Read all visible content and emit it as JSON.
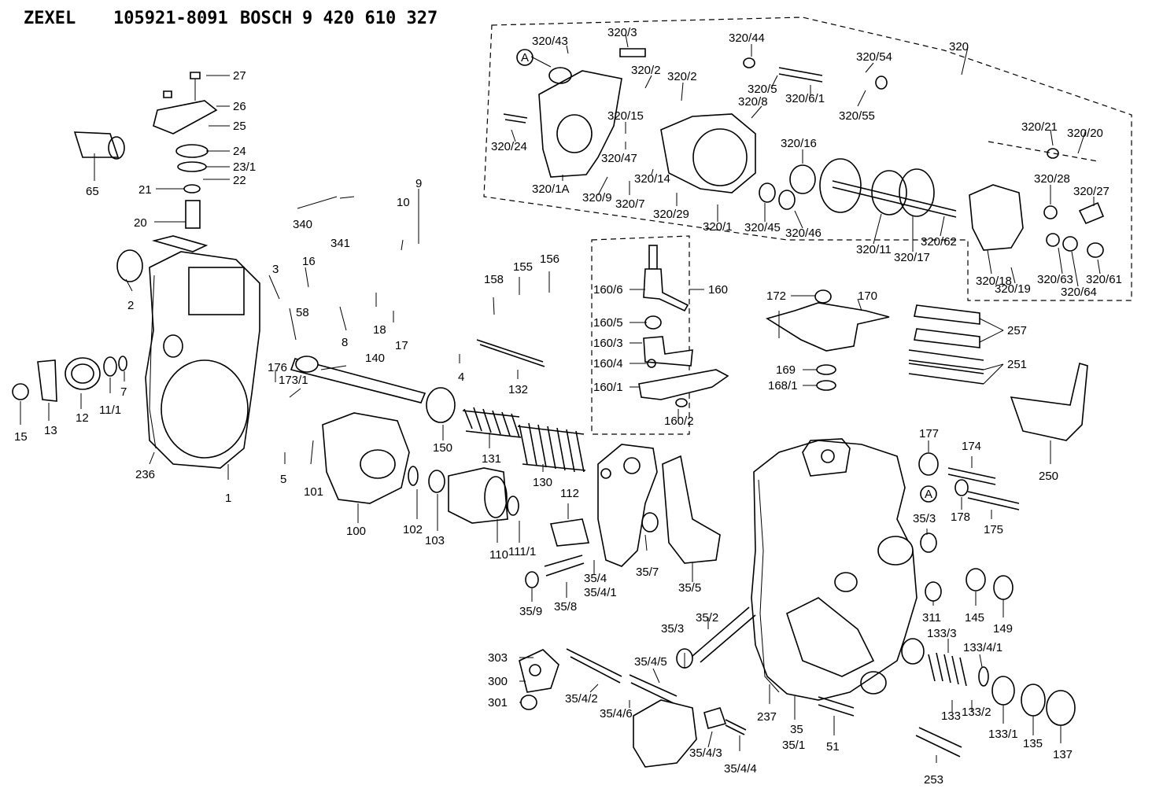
{
  "header": {
    "brand1": "ZEXEL",
    "num1": "105921-8091",
    "brand2": "BOSCH",
    "num2": "9 420 610 327"
  },
  "callout_a": "A",
  "labels": [
    {
      "id": "27",
      "text": "27"
    },
    {
      "id": "26",
      "text": "26"
    },
    {
      "id": "25",
      "text": "25"
    },
    {
      "id": "24",
      "text": "24"
    },
    {
      "id": "23_1",
      "text": "23/1"
    },
    {
      "id": "22",
      "text": "22"
    },
    {
      "id": "21",
      "text": "21"
    },
    {
      "id": "20",
      "text": "20"
    },
    {
      "id": "65",
      "text": "65"
    },
    {
      "id": "340",
      "text": "340"
    },
    {
      "id": "341",
      "text": "341"
    },
    {
      "id": "10",
      "text": "10"
    },
    {
      "id": "9",
      "text": "9"
    },
    {
      "id": "2",
      "text": "2"
    },
    {
      "id": "3",
      "text": "3"
    },
    {
      "id": "16",
      "text": "16"
    },
    {
      "id": "58",
      "text": "58"
    },
    {
      "id": "8",
      "text": "8"
    },
    {
      "id": "18",
      "text": "18"
    },
    {
      "id": "17",
      "text": "17"
    },
    {
      "id": "158",
      "text": "158"
    },
    {
      "id": "155",
      "text": "155"
    },
    {
      "id": "156",
      "text": "156"
    },
    {
      "id": "4",
      "text": "4"
    },
    {
      "id": "132",
      "text": "132"
    },
    {
      "id": "15",
      "text": "15"
    },
    {
      "id": "13",
      "text": "13"
    },
    {
      "id": "12",
      "text": "12"
    },
    {
      "id": "11_1a",
      "text": "11/1"
    },
    {
      "id": "7",
      "text": "7"
    },
    {
      "id": "176",
      "text": "176"
    },
    {
      "id": "173_1",
      "text": "173/1"
    },
    {
      "id": "140",
      "text": "140"
    },
    {
      "id": "236",
      "text": "236"
    },
    {
      "id": "1",
      "text": "1"
    },
    {
      "id": "5",
      "text": "5"
    },
    {
      "id": "101",
      "text": "101"
    },
    {
      "id": "100",
      "text": "100"
    },
    {
      "id": "102",
      "text": "102"
    },
    {
      "id": "103",
      "text": "103"
    },
    {
      "id": "150",
      "text": "150"
    },
    {
      "id": "131",
      "text": "131"
    },
    {
      "id": "130",
      "text": "130"
    },
    {
      "id": "110",
      "text": "110"
    },
    {
      "id": "111_1",
      "text": "111/1"
    },
    {
      "id": "112",
      "text": "112"
    },
    {
      "id": "35_4",
      "text": "35/4"
    },
    {
      "id": "35_4_1",
      "text": "35/4/1"
    },
    {
      "id": "35_7",
      "text": "35/7"
    },
    {
      "id": "35_5",
      "text": "35/5"
    },
    {
      "id": "35_9",
      "text": "35/9"
    },
    {
      "id": "35_8",
      "text": "35/8"
    },
    {
      "id": "160_6",
      "text": "160/6"
    },
    {
      "id": "160",
      "text": "160"
    },
    {
      "id": "160_5",
      "text": "160/5"
    },
    {
      "id": "160_3",
      "text": "160/3"
    },
    {
      "id": "160_4",
      "text": "160/4"
    },
    {
      "id": "160_1",
      "text": "160/1"
    },
    {
      "id": "160_2",
      "text": "160/2"
    },
    {
      "id": "172",
      "text": "172"
    },
    {
      "id": "170",
      "text": "170"
    },
    {
      "id": "169",
      "text": "169"
    },
    {
      "id": "168_1",
      "text": "168/1"
    },
    {
      "id": "257",
      "text": "257"
    },
    {
      "id": "251",
      "text": "251"
    },
    {
      "id": "250",
      "text": "250"
    },
    {
      "id": "177",
      "text": "177"
    },
    {
      "id": "174",
      "text": "174"
    },
    {
      "id": "178",
      "text": "178"
    },
    {
      "id": "175",
      "text": "175"
    },
    {
      "id": "35_3a",
      "text": "35/3"
    },
    {
      "id": "145",
      "text": "145"
    },
    {
      "id": "149",
      "text": "149"
    },
    {
      "id": "311",
      "text": "311"
    },
    {
      "id": "133_3",
      "text": "133/3"
    },
    {
      "id": "133_4_1",
      "text": "133/4/1"
    },
    {
      "id": "133",
      "text": "133"
    },
    {
      "id": "133_2",
      "text": "133/2"
    },
    {
      "id": "133_1",
      "text": "133/1"
    },
    {
      "id": "135",
      "text": "135"
    },
    {
      "id": "137",
      "text": "137"
    },
    {
      "id": "253",
      "text": "253"
    },
    {
      "id": "51",
      "text": "51"
    },
    {
      "id": "35",
      "text": "35"
    },
    {
      "id": "35_1",
      "text": "35/1"
    },
    {
      "id": "237",
      "text": "237"
    },
    {
      "id": "35_3b",
      "text": "35/3"
    },
    {
      "id": "35_2",
      "text": "35/2"
    },
    {
      "id": "303",
      "text": "303"
    },
    {
      "id": "300",
      "text": "300"
    },
    {
      "id": "301",
      "text": "301"
    },
    {
      "id": "35_4_2",
      "text": "35/4/2"
    },
    {
      "id": "35_4_6",
      "text": "35/4/6"
    },
    {
      "id": "35_4_5",
      "text": "35/4/5"
    },
    {
      "id": "35_4_3",
      "text": "35/4/3"
    },
    {
      "id": "35_4_4",
      "text": "35/4/4"
    },
    {
      "id": "320",
      "text": "320"
    },
    {
      "id": "320_3",
      "text": "320/3"
    },
    {
      "id": "320_43",
      "text": "320/43"
    },
    {
      "id": "320_44",
      "text": "320/44"
    },
    {
      "id": "320_54",
      "text": "320/54"
    },
    {
      "id": "320_2a",
      "text": "320/2"
    },
    {
      "id": "320_2b",
      "text": "320/2"
    },
    {
      "id": "320_5",
      "text": "320/5"
    },
    {
      "id": "320_8",
      "text": "320/8"
    },
    {
      "id": "320_6_1",
      "text": "320/6/1"
    },
    {
      "id": "320_55",
      "text": "320/55"
    },
    {
      "id": "320_15",
      "text": "320/15"
    },
    {
      "id": "320_24",
      "text": "320/24"
    },
    {
      "id": "320_47",
      "text": "320/47"
    },
    {
      "id": "320_16",
      "text": "320/16"
    },
    {
      "id": "320_21",
      "text": "320/21"
    },
    {
      "id": "320_20",
      "text": "320/20"
    },
    {
      "id": "320_1a",
      "text": "320/1A"
    },
    {
      "id": "320_9",
      "text": "320/9"
    },
    {
      "id": "320_7",
      "text": "320/7"
    },
    {
      "id": "320_14",
      "text": "320/14"
    },
    {
      "id": "320_29",
      "text": "320/29"
    },
    {
      "id": "320_1",
      "text": "320/1"
    },
    {
      "id": "320_45",
      "text": "320/45"
    },
    {
      "id": "320_46",
      "text": "320/46"
    },
    {
      "id": "320_11",
      "text": "320/11"
    },
    {
      "id": "320_17",
      "text": "320/17"
    },
    {
      "id": "320_62",
      "text": "320/62"
    },
    {
      "id": "320_28",
      "text": "320/28"
    },
    {
      "id": "320_27",
      "text": "320/27"
    },
    {
      "id": "320_18",
      "text": "320/18"
    },
    {
      "id": "320_19",
      "text": "320/19"
    },
    {
      "id": "320_63",
      "text": "320/63"
    },
    {
      "id": "320_61",
      "text": "320/61"
    },
    {
      "id": "320_64",
      "text": "320/64"
    }
  ]
}
